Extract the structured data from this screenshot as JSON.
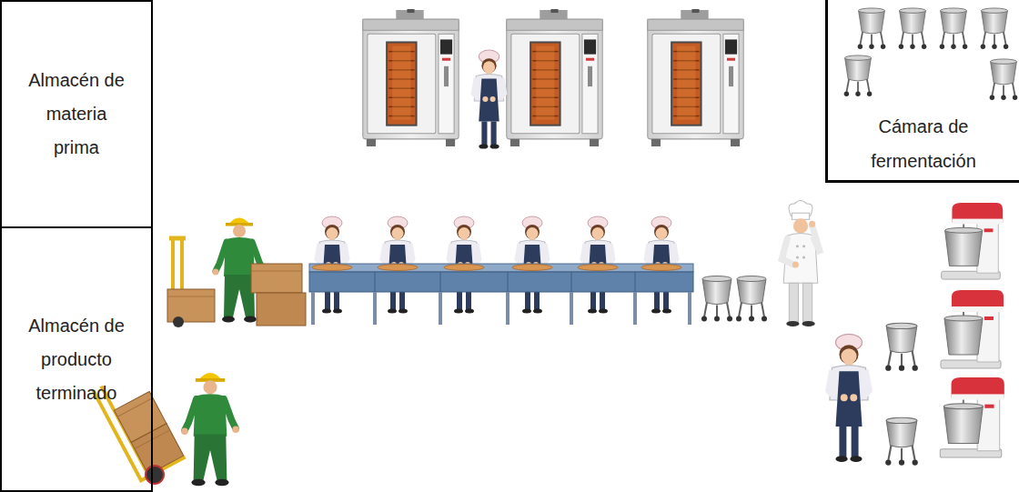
{
  "diagram": {
    "nodes": [
      {
        "text": [
          "Almacén de materia prima"
        ]
      },
      {
        "text": [
          "Cámara de fermentación"
        ]
      },
      {
        "text": [
          "Almacén de producto terminado"
        ]
      }
    ]
  }
}
